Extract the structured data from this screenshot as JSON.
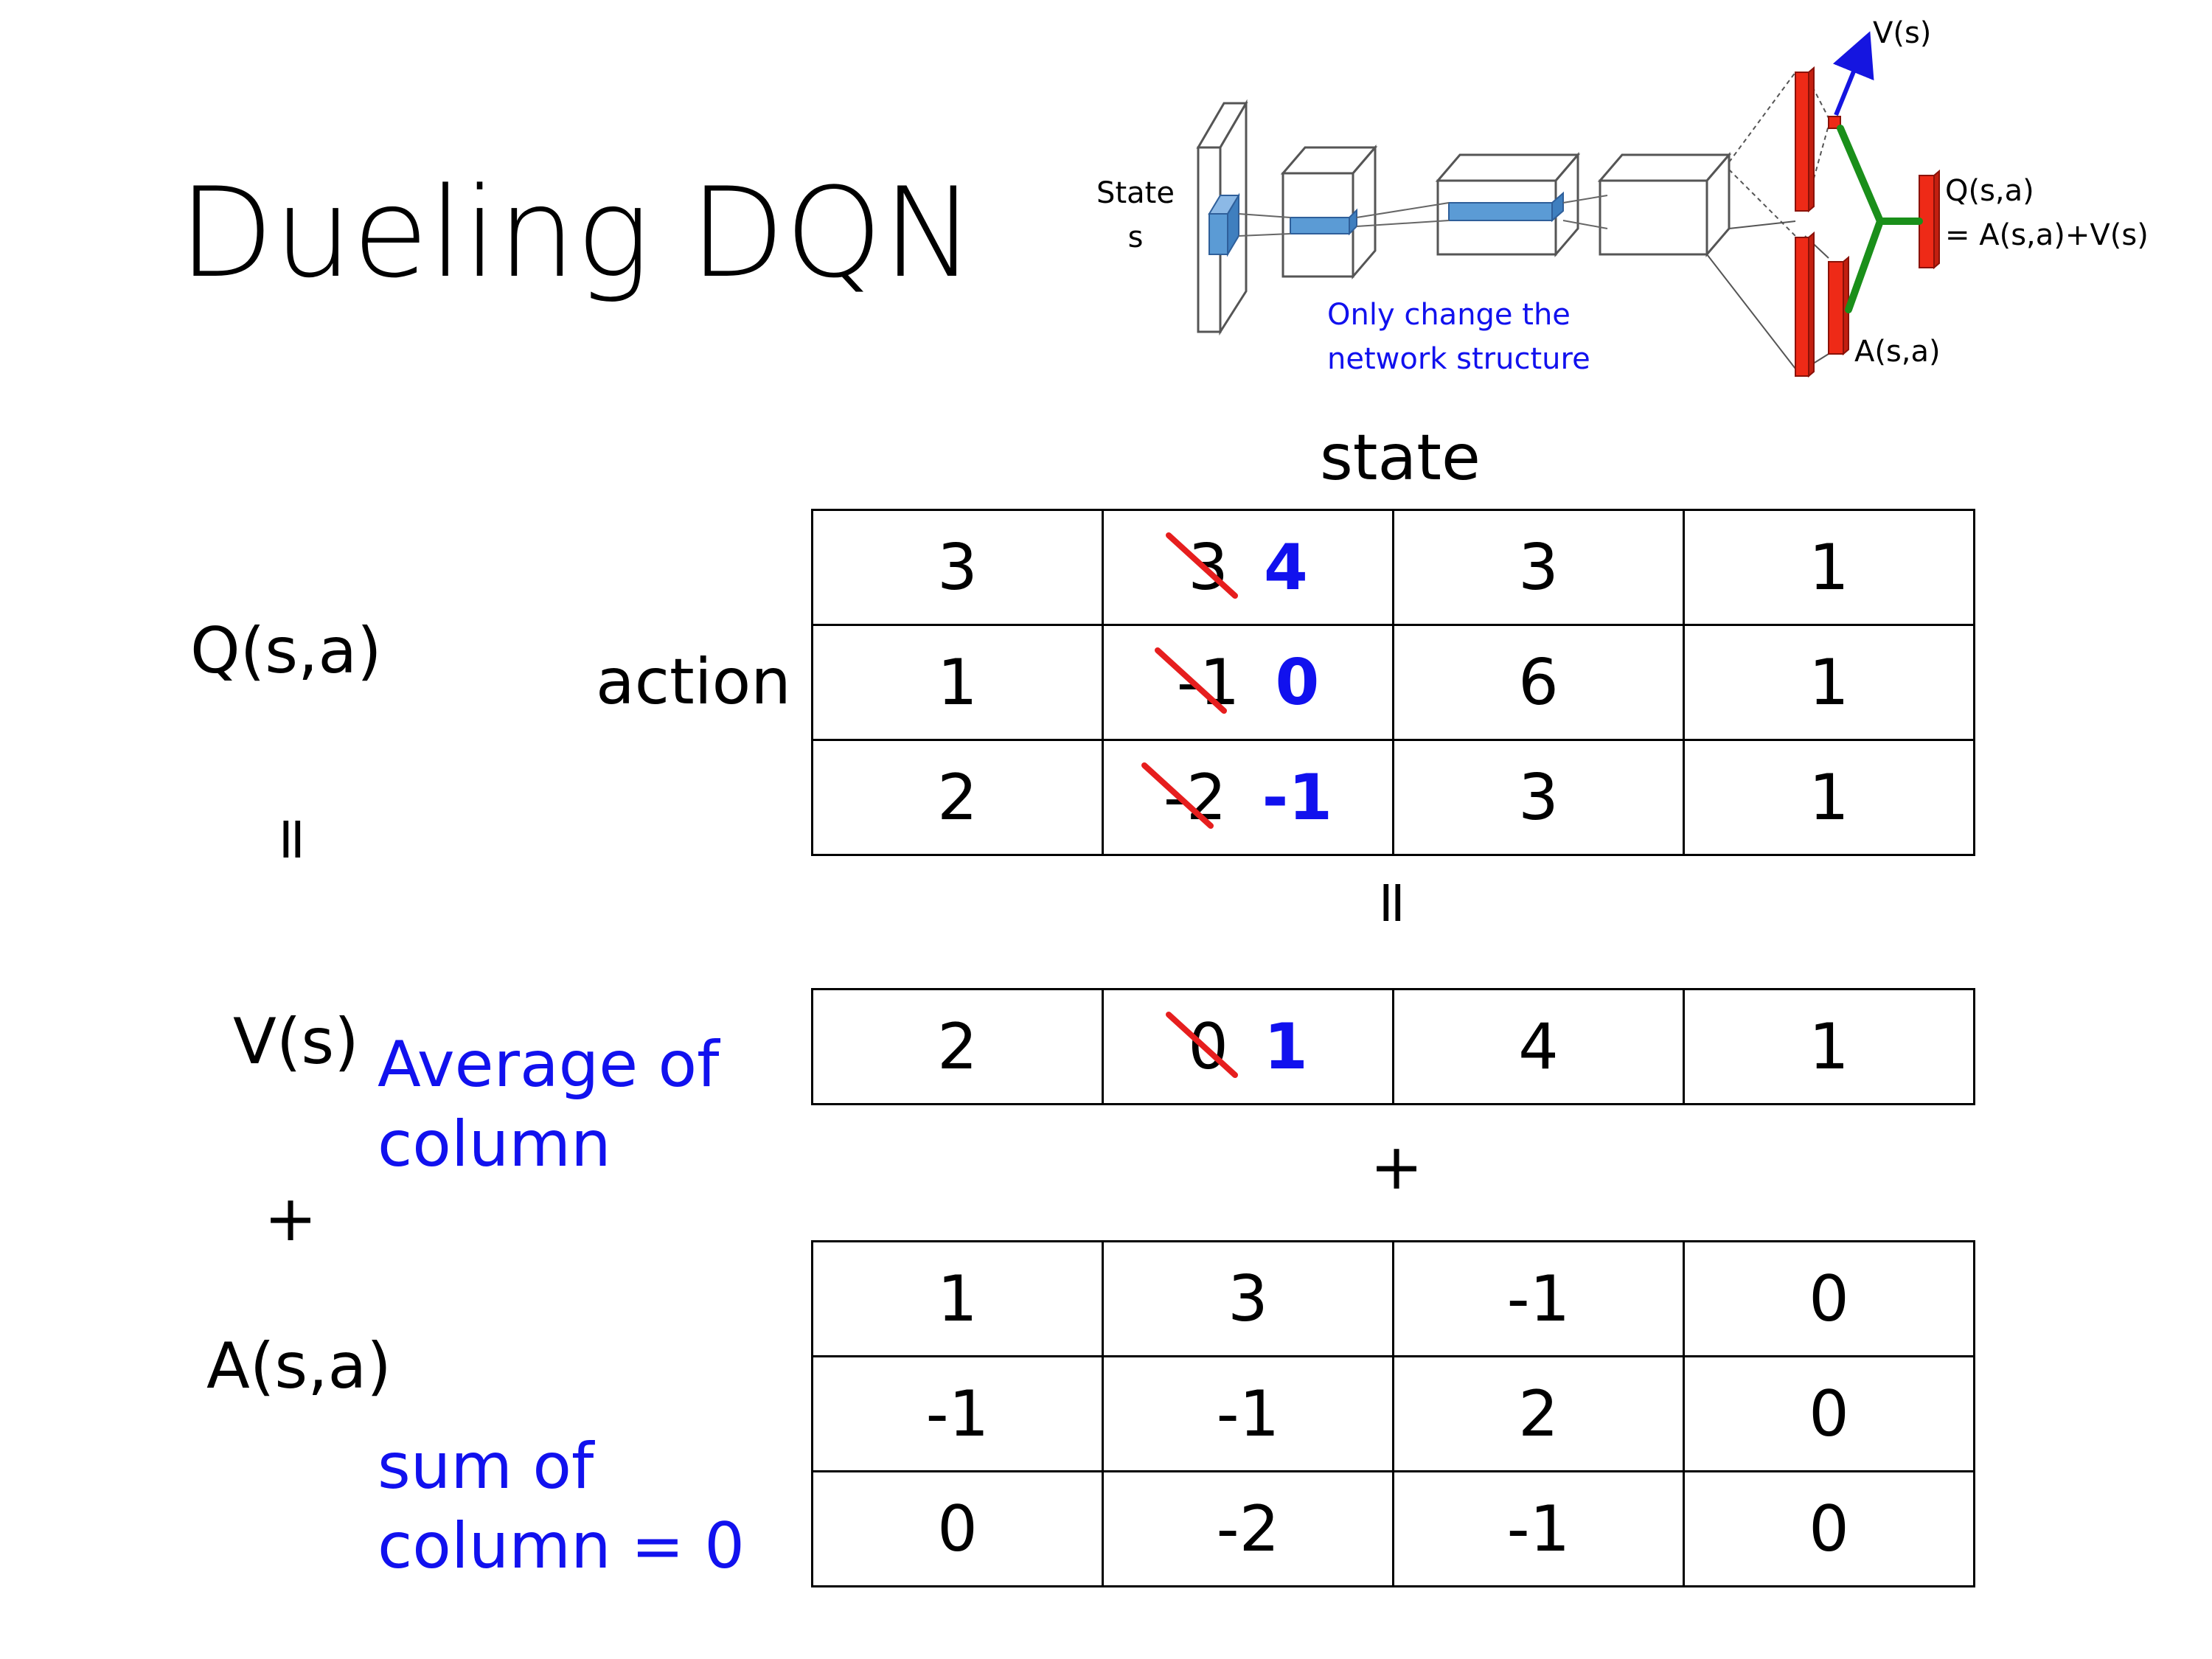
{
  "title": "Dueling DQN",
  "left_labels": {
    "q": "Q(s,a)",
    "eq": "=",
    "v": "V(s)",
    "plus": "+",
    "a": "A(s,a)"
  },
  "notes": {
    "average_line1": "Average of",
    "average_line2": "column",
    "sum_line1": "sum of",
    "sum_line2": "column = 0",
    "diagram_note_line1": "Only change the",
    "diagram_note_line2": "network structure"
  },
  "axis": {
    "state": "state",
    "action": "action",
    "eq_between": "=",
    "plus_between": "+"
  },
  "diagram_labels": {
    "state_line1": "State",
    "state_line2": "s",
    "vs": "V(s)",
    "q_line1": "Q(s,a)",
    "q_line2": "= A(s,a)+V(s)",
    "as": "A(s,a)"
  },
  "q_table": {
    "rows": [
      [
        {
          "v": "3"
        },
        {
          "v": "3",
          "new": "4"
        },
        {
          "v": "3"
        },
        {
          "v": "1"
        }
      ],
      [
        {
          "v": "1"
        },
        {
          "v": "-1",
          "new": "0"
        },
        {
          "v": "6"
        },
        {
          "v": "1"
        }
      ],
      [
        {
          "v": "2"
        },
        {
          "v": "-2",
          "new": "-1"
        },
        {
          "v": "3"
        },
        {
          "v": "1"
        }
      ]
    ]
  },
  "v_table": {
    "rows": [
      [
        {
          "v": "2"
        },
        {
          "v": "0",
          "new": "1"
        },
        {
          "v": "4"
        },
        {
          "v": "1"
        }
      ]
    ]
  },
  "a_table": {
    "rows": [
      [
        {
          "v": "1"
        },
        {
          "v": "3"
        },
        {
          "v": "-1"
        },
        {
          "v": "0"
        }
      ],
      [
        {
          "v": "-1"
        },
        {
          "v": "-1"
        },
        {
          "v": "2"
        },
        {
          "v": "0"
        }
      ],
      [
        {
          "v": "0"
        },
        {
          "v": "-2"
        },
        {
          "v": "-1"
        },
        {
          "v": "0"
        }
      ]
    ]
  },
  "colors": {
    "blue_text": "#1111ee",
    "strike_red": "#e61e1e",
    "bar_red": "#ee2a17",
    "branch_green": "#1a8f1a",
    "arrow_blue": "#1515e0",
    "filter_blue": "#5b9bd5"
  }
}
